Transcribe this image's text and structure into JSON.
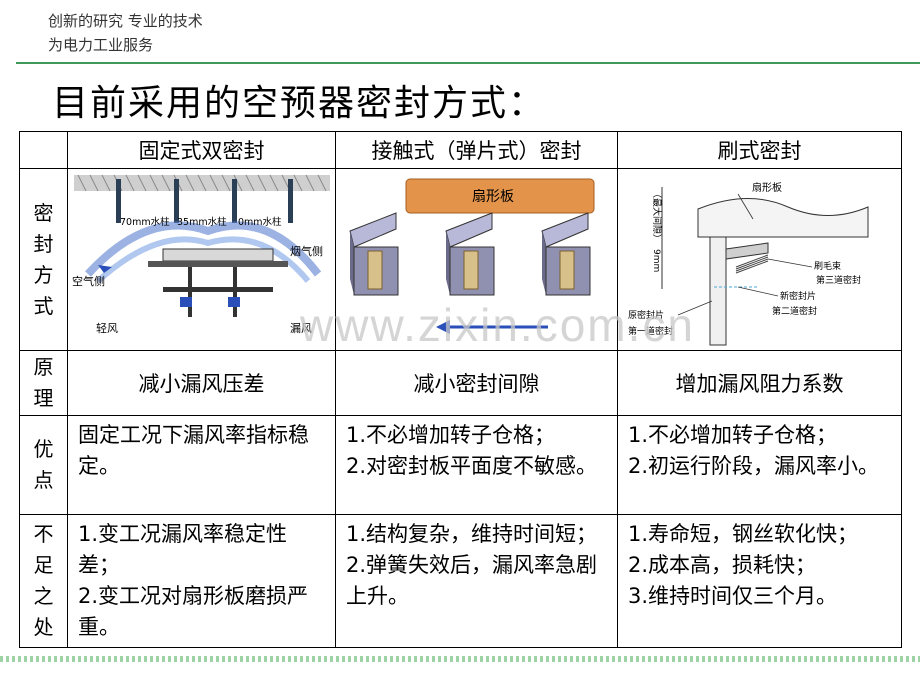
{
  "header": {
    "line1": "创新的研究 专业的技术",
    "line2": "为电力工业服务"
  },
  "title": "目前采用的空预器密封方式：",
  "table": {
    "columns": [
      "固定式双密封",
      "接触式（弹片式）密封",
      "刷式密封"
    ],
    "row_labels": {
      "seal": "密\n封\n方\n式",
      "principle": "原\n理",
      "advantages": "优\n点",
      "drawbacks": "不\n足\n之\n处"
    },
    "principles": [
      "减小漏风压差",
      "减小密封间隙",
      "增加漏风阻力系数"
    ],
    "advantages": [
      [
        "固定工况下漏风率指标稳定。"
      ],
      [
        "1.不必增加转子仓格；",
        "2.对密封板平面度不敏感。"
      ],
      [
        "1.不必增加转子仓格；",
        "2.初运行阶段，漏风率小。"
      ]
    ],
    "drawbacks": [
      [
        "1.变工况漏风率稳定性差；",
        "2.变工况对扇形板磨损严重。"
      ],
      [
        "1.结构复杂，维持时间短；",
        "2.弹簧失效后，漏风率急剧上升。"
      ],
      [
        "1.寿命短，钢丝软化快；",
        "2.成本高，损耗快；",
        "3.维持时间仅三个月。"
      ]
    ]
  },
  "diagram1": {
    "labels": {
      "w70": "70mm水柱",
      "w35": "35mm水柱",
      "w0": "0mm水柱",
      "flue_side": "烟气侧",
      "air_side": "空气侧",
      "light_wind": "轻风",
      "leak_wind": "漏风"
    }
  },
  "diagram2": {
    "labels": {
      "sector_plate": "扇形板"
    }
  },
  "diagram3": {
    "labels": {
      "sector_plate": "扇形板",
      "max_gap": "（最大间隙）",
      "nine_mm": "9mm",
      "brush_bundle": "刷毛束",
      "third_seal": "第三道密封",
      "new_seal_plate": "新密封片",
      "second_seal": "第二道密封",
      "orig_seal_plate": "原密封片",
      "first_seal": "第一道密封"
    }
  },
  "watermark": "www.zixin.com.cn",
  "colors": {
    "rule_green": "#3f9a5a",
    "sector_orange": "#e4944a",
    "arrow_blue": "#2a4fb8",
    "airflow_blue": "#5a7fd0"
  }
}
